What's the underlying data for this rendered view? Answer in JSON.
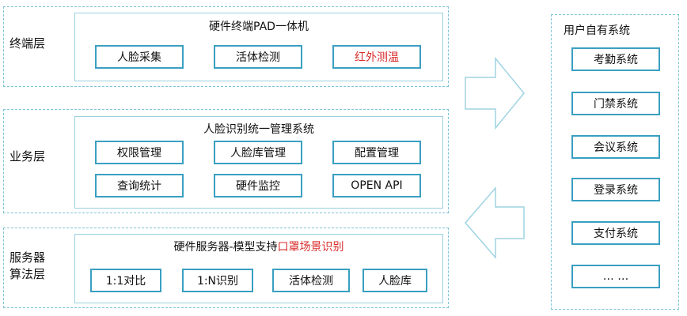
{
  "colors": {
    "box_border": "#3a9fc1",
    "dashed_border": "#7ec3d6",
    "highlight": "#d92b2b",
    "arrow": "#9fd3e2"
  },
  "terminal_layer": {
    "label": "终端层",
    "title": "硬件终端PAD一体机",
    "boxes": [
      "人脸采集",
      "活体检测",
      "红外测温"
    ]
  },
  "business_layer": {
    "label": "业务层",
    "title": "人脸识别统一管理系统",
    "row1": [
      "权限管理",
      "人脸库管理",
      "配置管理"
    ],
    "row2": [
      "查询统计",
      "硬件监控",
      "OPEN API"
    ]
  },
  "server_layer": {
    "label_line1": "服务器",
    "label_line2": "算法层",
    "title_prefix": "硬件服务器-模型支持",
    "title_highlight": "口罩场景识别",
    "boxes": [
      "1:1对比",
      "1:N识别",
      "活体检测",
      "人脸库"
    ]
  },
  "user_systems": {
    "title": "用户自有系统",
    "items": [
      "考勤系统",
      "门禁系统",
      "会议系统",
      "登录系统",
      "支付系统",
      "… …"
    ]
  }
}
